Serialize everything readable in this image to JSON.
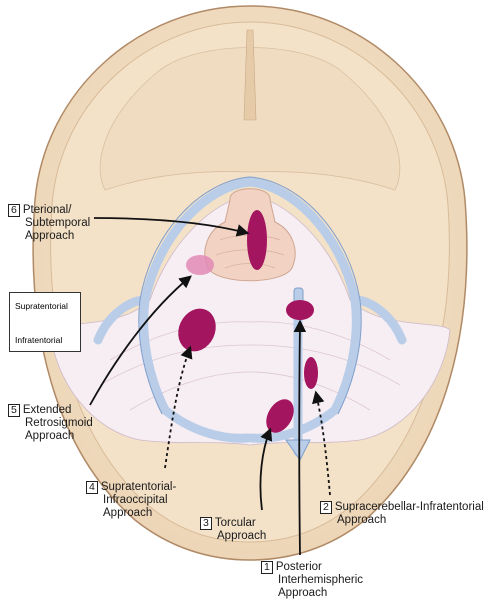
{
  "legend": {
    "solid_label": "Supratentorial",
    "dotted_label": "Infratentorial"
  },
  "approaches": [
    {
      "num": "6",
      "lines": [
        "Pterional/",
        "Subtemporal",
        "Approach"
      ],
      "route": "solid"
    },
    {
      "num": "5",
      "lines": [
        "Extended",
        "Retrosigmoid",
        "Approach"
      ],
      "route": "solid"
    },
    {
      "num": "4",
      "lines": [
        "Supratentorial-",
        "Infraoccipital",
        "Approach"
      ],
      "route": "dotted"
    },
    {
      "num": "3",
      "lines": [
        "Torcular",
        "Approach"
      ],
      "route": "solid"
    },
    {
      "num": "1",
      "lines": [
        "Posterior",
        "Interhemispheric",
        "Approach"
      ],
      "route": "solid"
    },
    {
      "num": "2",
      "lines": [
        "Supracerebellar-Infratentorial",
        "Approach"
      ],
      "route": "dotted"
    }
  ],
  "colors": {
    "skull": "#f4e3cc",
    "skull_edge": "#c9a885",
    "sinus": "#b9cde8",
    "target": "#a3155f",
    "target_light": "#e28ab5",
    "tentorium": "#f6edf2",
    "brainstem": "#f1d2c3"
  }
}
